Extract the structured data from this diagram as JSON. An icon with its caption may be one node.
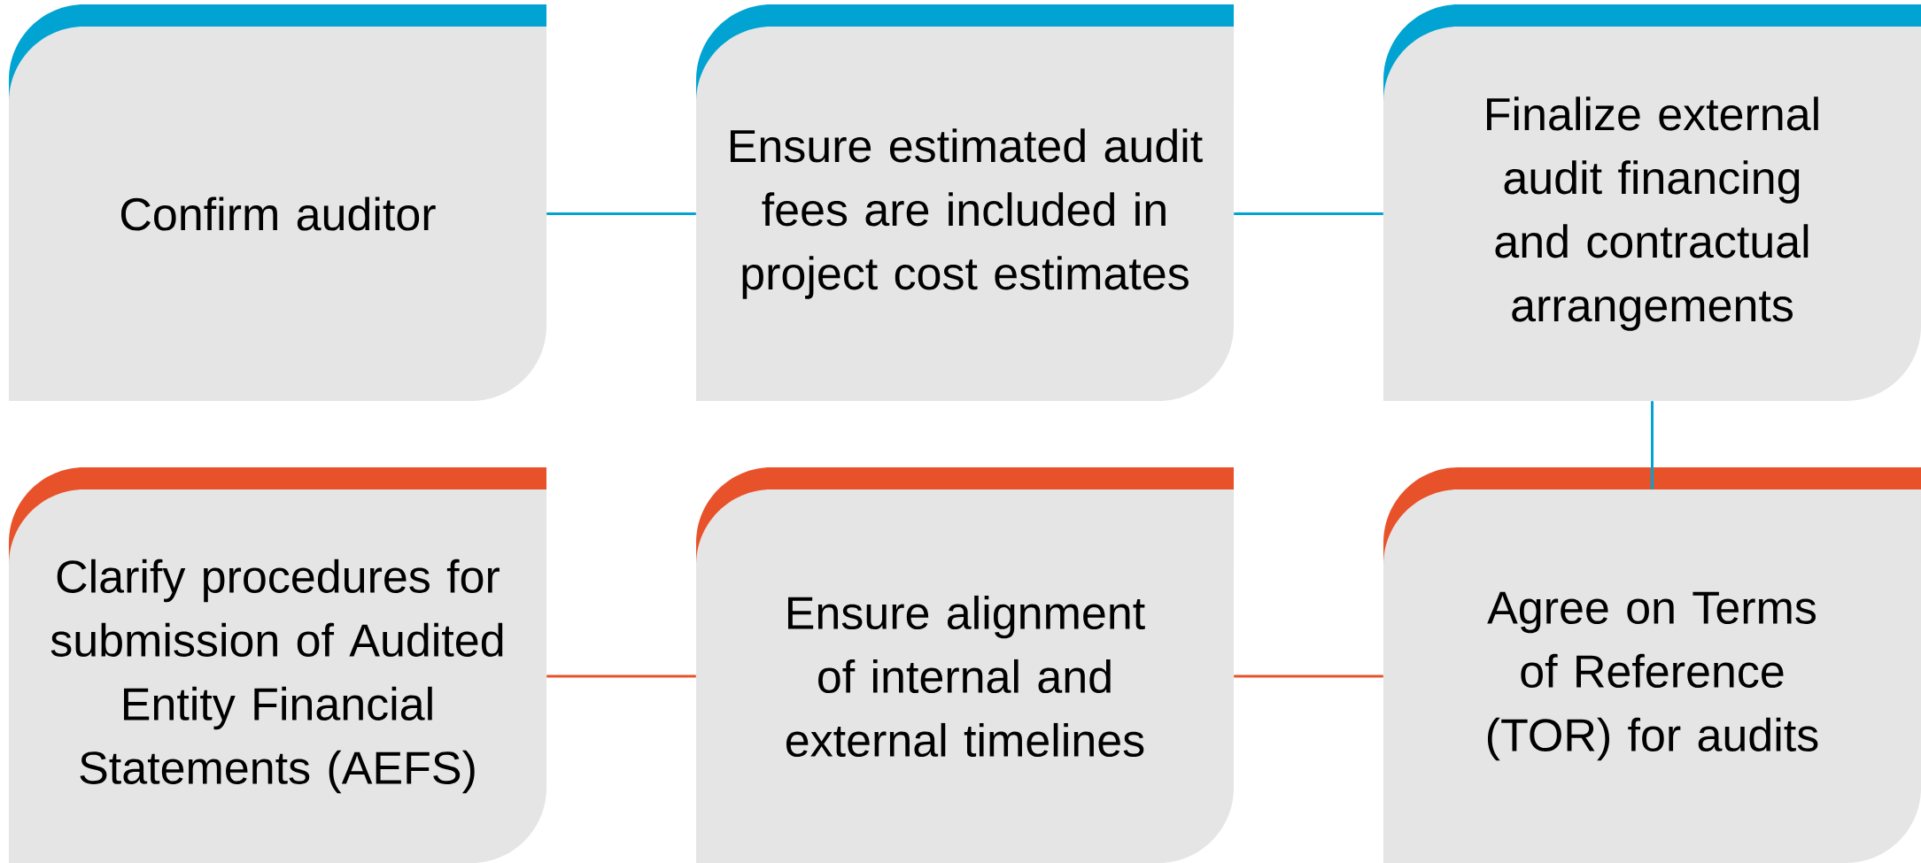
{
  "diagram": {
    "nodes": [
      {
        "text": [
          "Confirm auditor"
        ]
      },
      {
        "text": [
          "Ensure estimated audit fees are included in project cost estimates"
        ]
      },
      {
        "text": [
          "Finalize external audit financing and contractual arrangements"
        ]
      },
      {
        "text": [
          "Clarify procedures for submission of Audited Entity Financial Statements (AEFS)"
        ]
      },
      {
        "text": [
          "Ensure alignment of internal and external timelines"
        ]
      },
      {
        "text": [
          "Agree on Terms of Reference (TOR) for audits"
        ]
      }
    ],
    "edges": [
      {
        "from": 0,
        "to": 1,
        "arrow": "none"
      },
      {
        "from": 1,
        "to": 2,
        "arrow": "none"
      },
      {
        "from": 2,
        "to": 5,
        "arrow": "none"
      },
      {
        "from": 5,
        "to": 4,
        "arrow": "none",
        "color": "#e8522a"
      },
      {
        "from": 4,
        "to": 3,
        "arrow": "none",
        "color": "#e8522a"
      }
    ]
  }
}
